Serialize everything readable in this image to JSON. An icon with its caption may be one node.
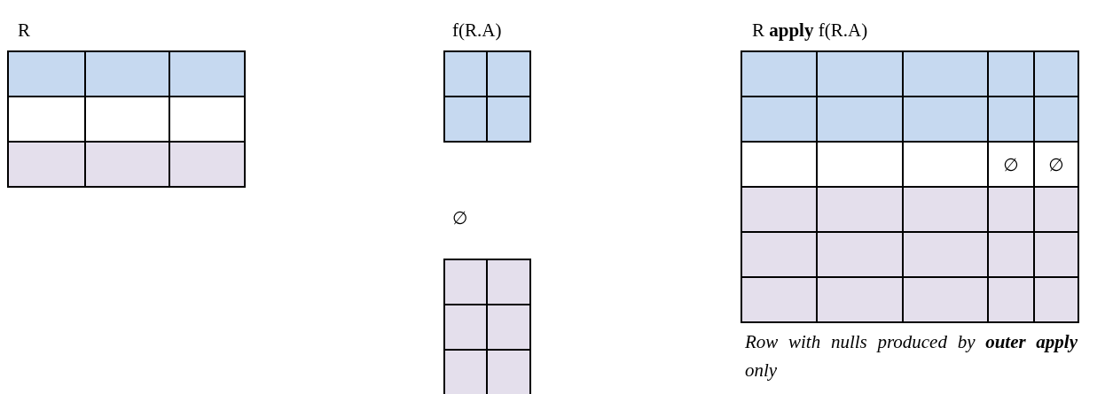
{
  "diagram": {
    "labels": [
      "R",
      "f(R.A)",
      "R **apply** f(R.A)",
      "∅",
      "∅",
      "∅",
      "Row with nulls produced by **outer apply** only"
    ]
  }
}
